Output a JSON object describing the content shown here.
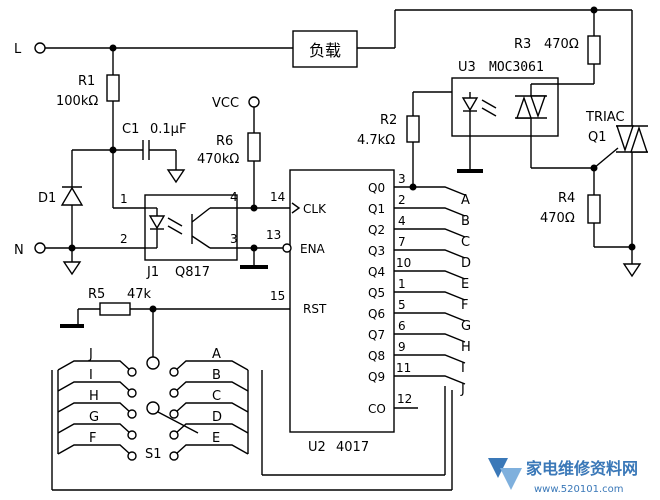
{
  "terminals": {
    "line": "L",
    "neutral": "N"
  },
  "load": {
    "label": "负载"
  },
  "components": {
    "r1": {
      "ref": "R1",
      "value": "100kΩ"
    },
    "c1": {
      "ref": "C1",
      "value": "0.1μF"
    },
    "d1": {
      "ref": "D1"
    },
    "r6": {
      "ref": "R6",
      "value": "470kΩ"
    },
    "vcc": {
      "label": "VCC"
    },
    "r2": {
      "ref": "R2",
      "value": "4.7kΩ"
    },
    "r3": {
      "ref": "R3",
      "value": "470Ω"
    },
    "r4": {
      "ref": "R4",
      "value": "470Ω"
    },
    "r5": {
      "ref": "R5",
      "value": "47k"
    },
    "u3": {
      "ref": "U3",
      "part": "MOC3061"
    },
    "triac": {
      "type": "TRIAC",
      "ref": "Q1"
    },
    "j1": {
      "ref": "J1",
      "part": "Q817",
      "pins": [
        "1",
        "2",
        "3",
        "4"
      ]
    },
    "s1": {
      "ref": "S1",
      "left_positions": [
        "J",
        "I",
        "H",
        "G",
        "F"
      ],
      "right_positions": [
        "A",
        "B",
        "C",
        "D",
        "E"
      ]
    }
  },
  "u2": {
    "ref": "U2",
    "part": "4017",
    "left_pins": [
      {
        "num": "14",
        "name": "CLK"
      },
      {
        "num": "13",
        "name": "ENA"
      },
      {
        "num": "15",
        "name": "RST"
      }
    ],
    "outputs": [
      {
        "name": "Q0",
        "pin": "3",
        "letter": "A"
      },
      {
        "name": "Q1",
        "pin": "2",
        "letter": "B"
      },
      {
        "name": "Q2",
        "pin": "4",
        "letter": "C"
      },
      {
        "name": "Q3",
        "pin": "7",
        "letter": "D"
      },
      {
        "name": "Q4",
        "pin": "10",
        "letter": "E"
      },
      {
        "name": "Q5",
        "pin": "1",
        "letter": "F"
      },
      {
        "name": "Q6",
        "pin": "5",
        "letter": "G"
      },
      {
        "name": "Q7",
        "pin": "6",
        "letter": "H"
      },
      {
        "name": "Q8",
        "pin": "9",
        "letter": "I"
      },
      {
        "name": "Q9",
        "pin": "11",
        "letter": "J"
      }
    ],
    "carry": {
      "name": "CO",
      "pin": "12"
    }
  },
  "watermark": {
    "brand": "家电维修资料网",
    "url": "www.520101.com"
  }
}
